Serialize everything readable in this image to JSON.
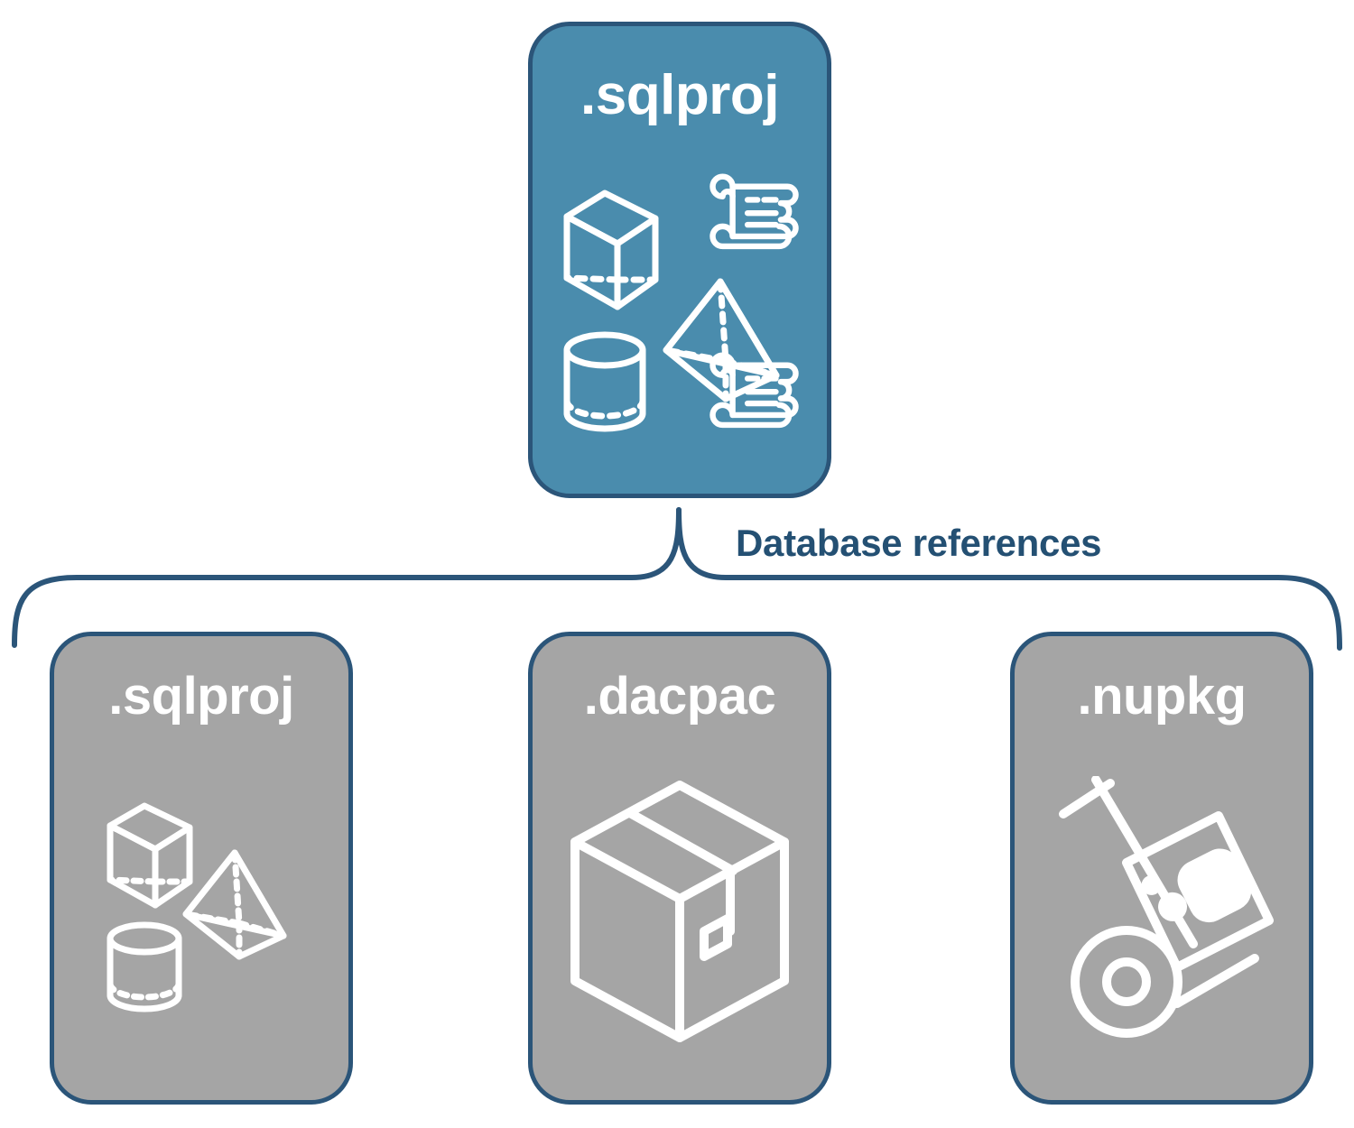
{
  "diagram": {
    "title_top": ".sqlproj",
    "connector_label": "Database references",
    "colors": {
      "accent_blue": "#4a8cad",
      "border_navy": "#2b5579",
      "label_navy": "#245073",
      "card_gray": "#a5a5a5",
      "icon_white": "#ffffff",
      "background": "#ffffff"
    }
  },
  "top_card": {
    "label": ".sqlproj",
    "fill": "#4a8cad",
    "icons": [
      {
        "name": "cube-wireframe-icon"
      },
      {
        "name": "scroll-script-icon"
      },
      {
        "name": "pyramid-wireframe-icon"
      },
      {
        "name": "cylinder-wireframe-icon"
      },
      {
        "name": "scroll-script-icon"
      }
    ]
  },
  "reference_cards": [
    {
      "label": ".sqlproj",
      "fill": "#a5a5a5",
      "icons": [
        {
          "name": "cube-wireframe-icon"
        },
        {
          "name": "pyramid-wireframe-icon"
        },
        {
          "name": "cylinder-wireframe-icon"
        }
      ]
    },
    {
      "label": ".dacpac",
      "fill": "#a5a5a5",
      "icons": [
        {
          "name": "package-box-icon"
        }
      ]
    },
    {
      "label": ".nupkg",
      "fill": "#a5a5a5",
      "icons": [
        {
          "name": "hand-truck-package-icon"
        }
      ]
    }
  ]
}
